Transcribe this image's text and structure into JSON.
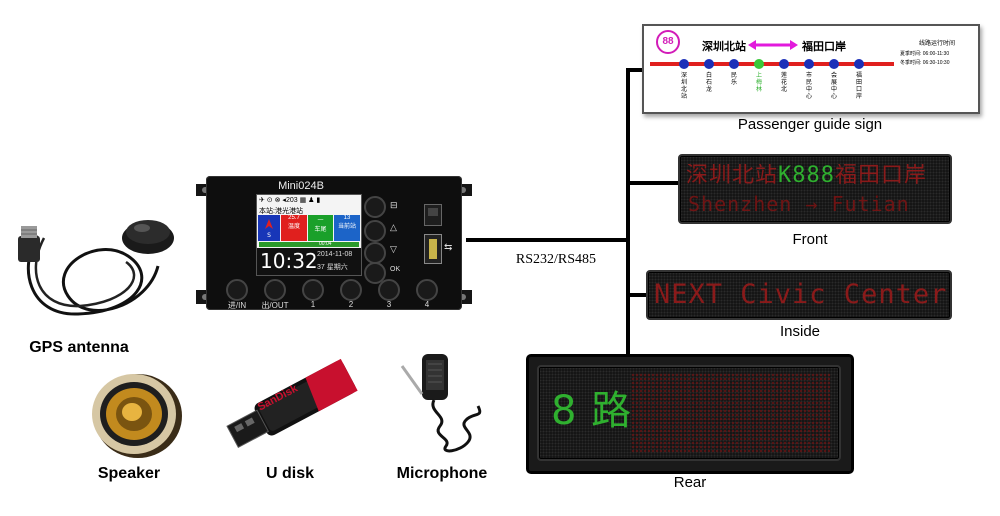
{
  "interface_label": "RS232/RS485",
  "device": {
    "model": "Mini024B",
    "status_num": "203",
    "station_text": "本站:港光港站",
    "tiles": [
      {
        "top": "25.7",
        "bottom": "温度"
      },
      {
        "top": "一",
        "bottom": "车尾"
      },
      {
        "top": "13",
        "bottom": "当前站"
      }
    ],
    "time": "10:32",
    "date": "2014-11-08",
    "weekday": "37 星期六",
    "progress": "00:04",
    "buttons": [
      "进/IN",
      "出/OUT",
      "1",
      "2",
      "3",
      "4"
    ],
    "side_buttons": [
      "",
      "△",
      "▽",
      "OK"
    ]
  },
  "guide_sign": {
    "route": "88",
    "from": "深圳北站",
    "to": "福田口岸",
    "info_title": "线路运行时间",
    "info_summer": "夏季时间: 06:00-11:30",
    "info_winter": "冬季时间: 06:30-10:30",
    "stops": [
      "深圳北站",
      "白石龙",
      "民乐",
      "上梅林",
      "莲花北",
      "市民中心",
      "会展中心",
      "福田口岸"
    ],
    "label": "Passenger guide sign"
  },
  "front_sign": {
    "line1_red_a": "深圳北站",
    "line1_green": "K888",
    "line1_red_b": "福田口岸",
    "line2": "Shenzhen → Futian",
    "label": "Front"
  },
  "inside_sign": {
    "text": "NEXT Civic Center",
    "label": "Inside"
  },
  "rear_sign": {
    "route": "8 路",
    "label": "Rear"
  },
  "peripherals": {
    "gps_label": "GPS antenna",
    "speaker_label": "Speaker",
    "usb_label": "U disk",
    "usb_brand": "SanDisk",
    "mic_label": "Microphone"
  },
  "colors": {
    "led_red": "#8a1a1a",
    "led_green": "#2fb02f",
    "arrow_magenta": "#e21adc",
    "route_red": "#e0201e",
    "stop_blue": "#1c2fb8"
  }
}
